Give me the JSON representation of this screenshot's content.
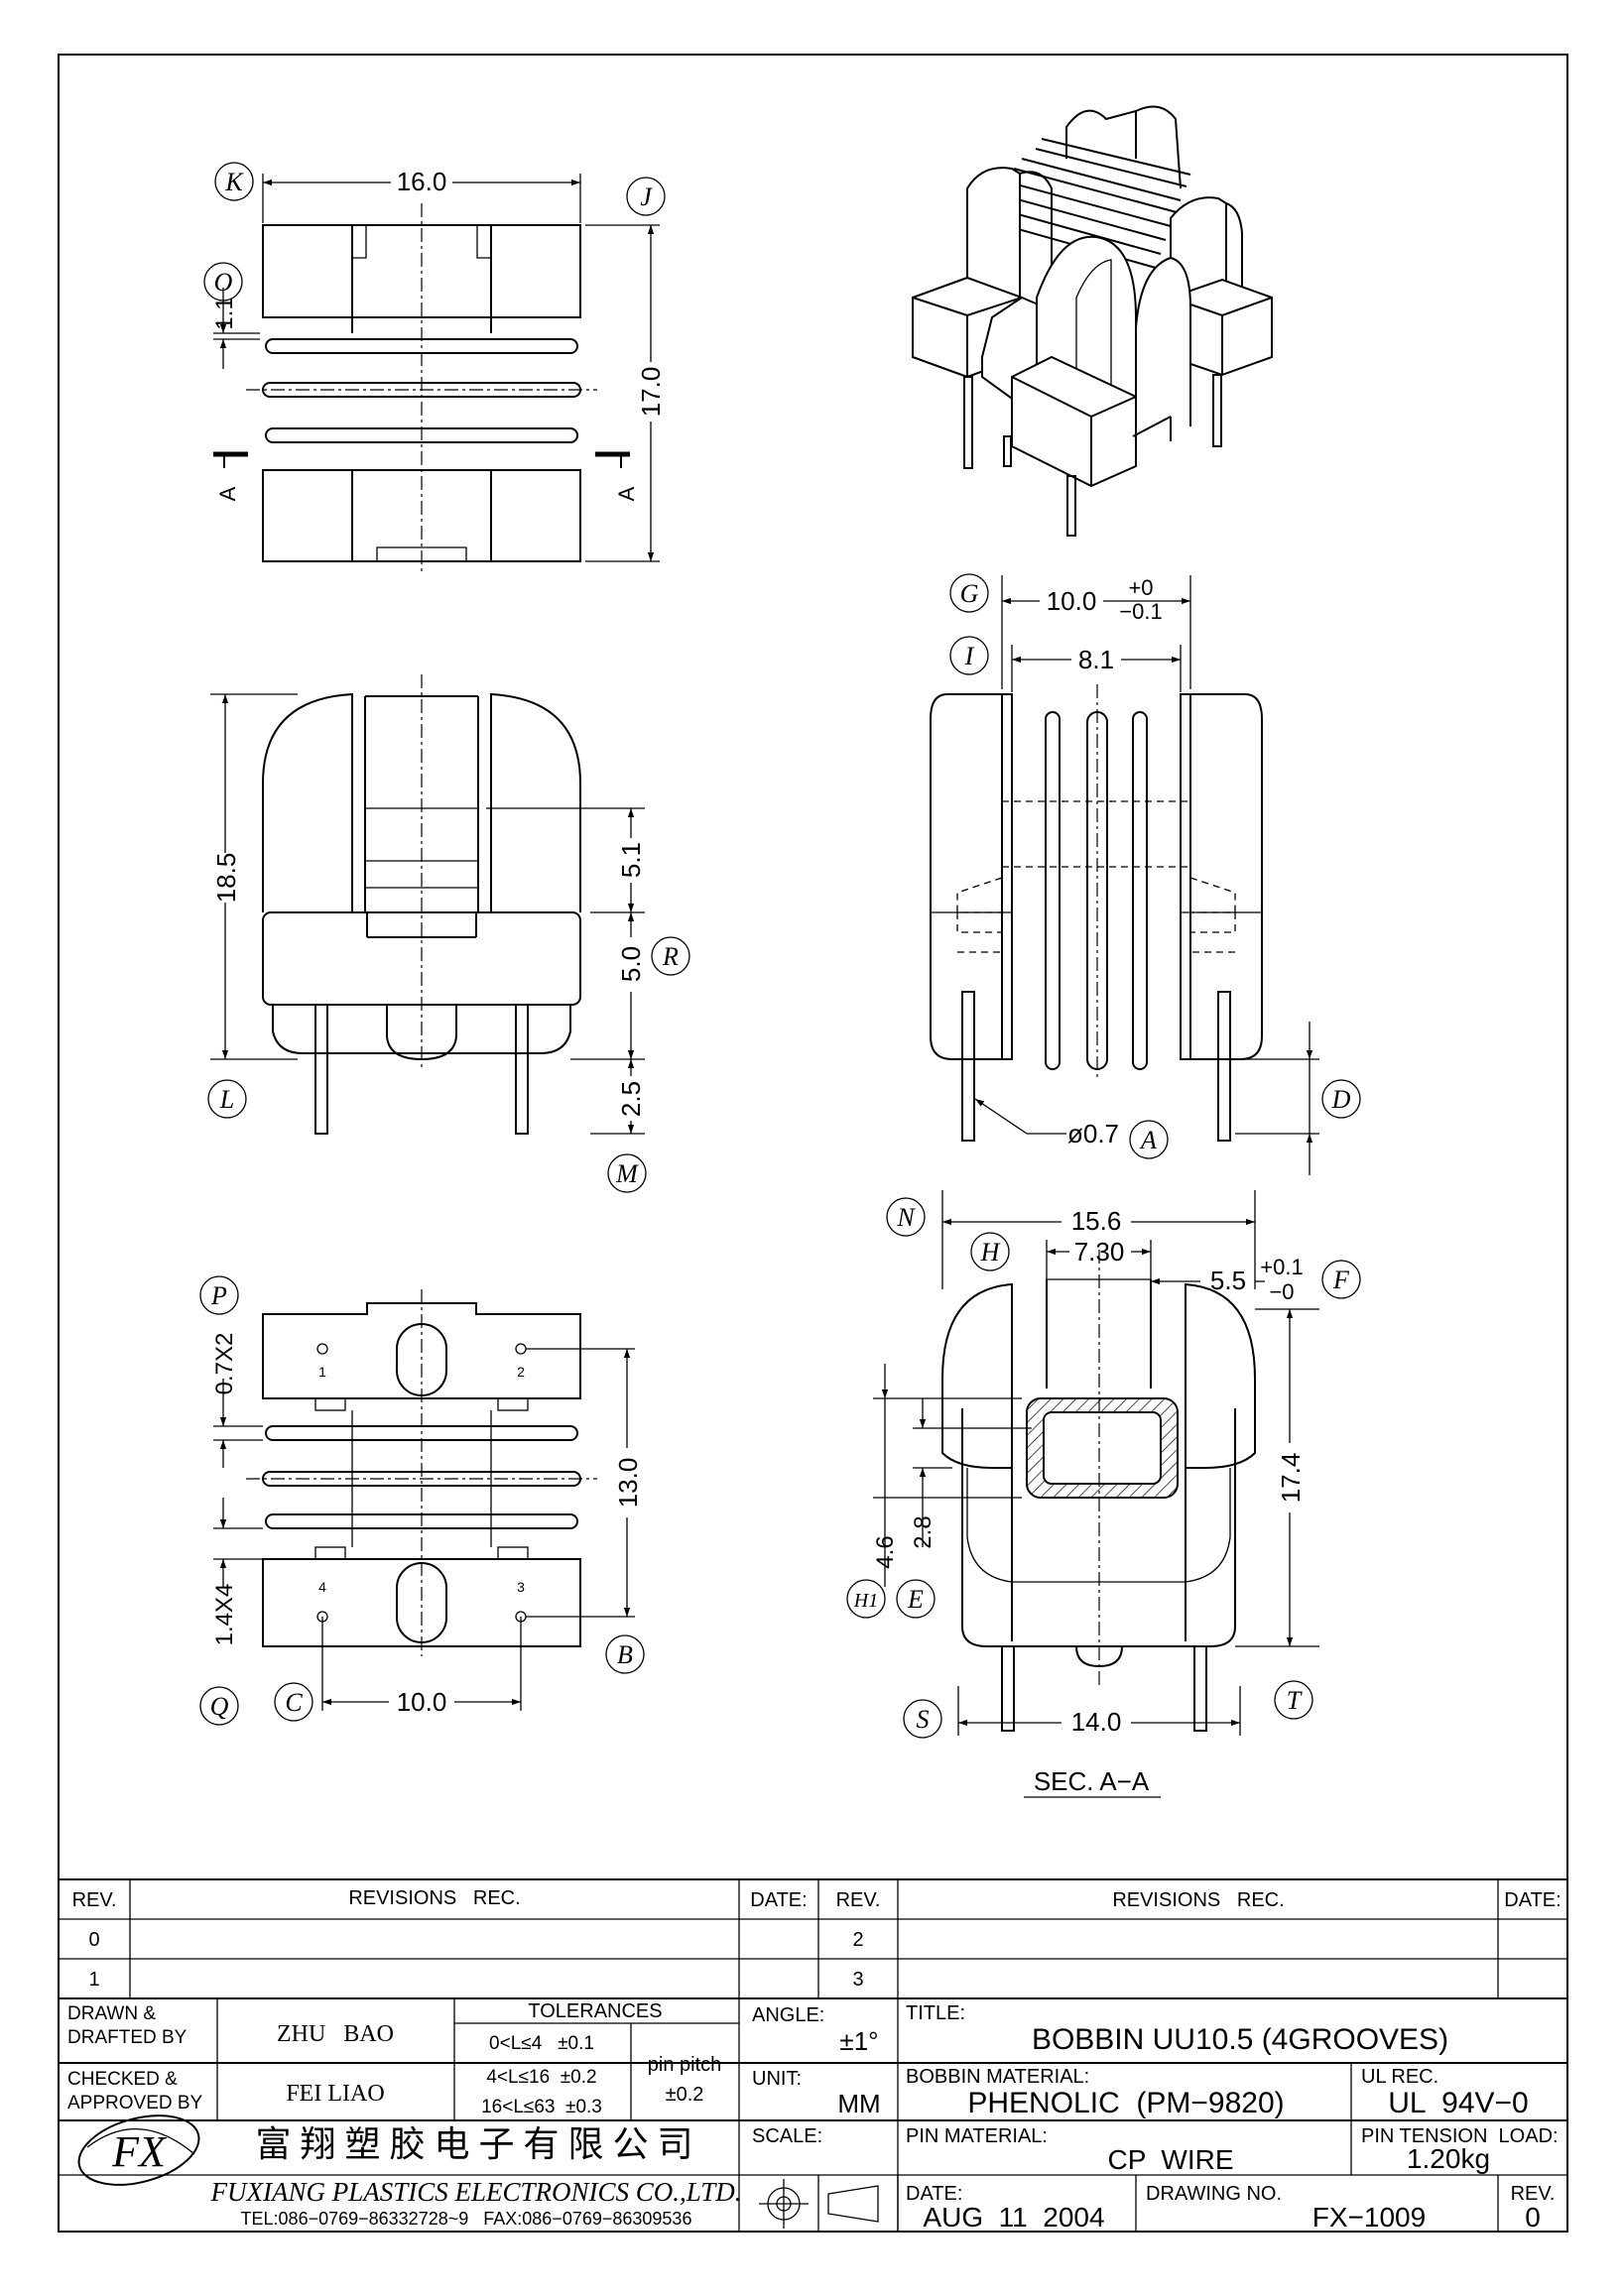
{
  "callouts": {
    "K": "K",
    "J": "J",
    "O": "O",
    "G": "G",
    "I": "I",
    "R": "R",
    "L": "L",
    "M": "M",
    "A": "A",
    "D": "D",
    "N": "N",
    "H": "H",
    "F": "F",
    "P": "P",
    "B": "B",
    "C": "C",
    "Q": "Q",
    "H1": "H1",
    "E": "E",
    "S": "S",
    "T": "T"
  },
  "dims": {
    "top_width": "16.0",
    "top_height": "17.0",
    "top_flange": "1.1",
    "section_mark": "A",
    "front_height": "18.5",
    "front_upper": "5.1",
    "front_mid": "5.0",
    "front_pin": "2.5",
    "side_width": "10.0",
    "side_tol_plus": "+0",
    "side_tol_minus": "−0.1",
    "side_inner": "8.1",
    "pin_dia": "ø0.7",
    "bottom_grooves": "0.7X2",
    "bottom_height": "13.0",
    "bottom_flange": "1.4X4",
    "bottom_pitch": "10.0",
    "pin_1": "1",
    "pin_2": "2",
    "pin_3": "3",
    "pin_4": "4",
    "sec_width": "15.6",
    "sec_window": "7.30",
    "sec_right": "5.5",
    "sec_tol_plus": "+0.1",
    "sec_tol_minus": "−0",
    "sec_h1": "4.6",
    "sec_e": "2.8",
    "sec_height": "17.4",
    "sec_pins": "14.0",
    "sec_label": "SEC. A−A"
  },
  "title_block": {
    "rev_hdr": "REV.",
    "revisions_hdr": "REVISIONS   REC.",
    "date_hdr": "DATE:",
    "rev_rows_left": [
      "0",
      "1"
    ],
    "rev_rows_right": [
      "2",
      "3"
    ],
    "drawn_label": "DRAWN &\nDRAFTED BY",
    "drawn_by": "ZHU   BAO",
    "checked_label": "CHECKED &\nAPPROVED BY",
    "checked_by": "FEI LIAO",
    "tolerances_hdr": "TOLERANCES",
    "tol_rows": [
      "0<L≤4   ±0.1",
      "4<L≤16  ±0.2",
      "16<L≤63  ±0.3"
    ],
    "pin_pitch_label": "pin pitch",
    "pin_pitch_tol": "±0.2",
    "angle_label": "ANGLE:",
    "angle_value": "±1°",
    "unit_label": "UNIT:",
    "unit_value": "MM",
    "scale_label": "SCALE:",
    "title_label": "TITLE:",
    "title_value": "BOBBIN UU10.5 (4GROOVES)",
    "material_label": "BOBBIN MATERIAL:",
    "material_value": "PHENOLIC  (PM−9820)",
    "ul_label": "UL REC.",
    "ul_value": "UL  94V−0",
    "pin_mat_label": "PIN MATERIAL:",
    "pin_mat_value": "CP  WIRE",
    "pin_tension_label": "PIN TENSION  LOAD:",
    "pin_tension_value": "1.20kg",
    "date_label": "DATE:",
    "date_value": "AUG  11  2004",
    "drawing_no_label": "DRAWING NO.",
    "drawing_no_value": "FX−1009",
    "rev_label": "REV.",
    "rev_value": "0",
    "company_cn": "富 翔 塑 胶 电 子 有 限 公 司",
    "company_en": "FUXIANG PLASTICS ELECTRONICS CO.,LTD.",
    "company_contact": "TEL:086−0769−86332728~9   FAX:086−0769−86309536",
    "logo_text": "FX"
  }
}
